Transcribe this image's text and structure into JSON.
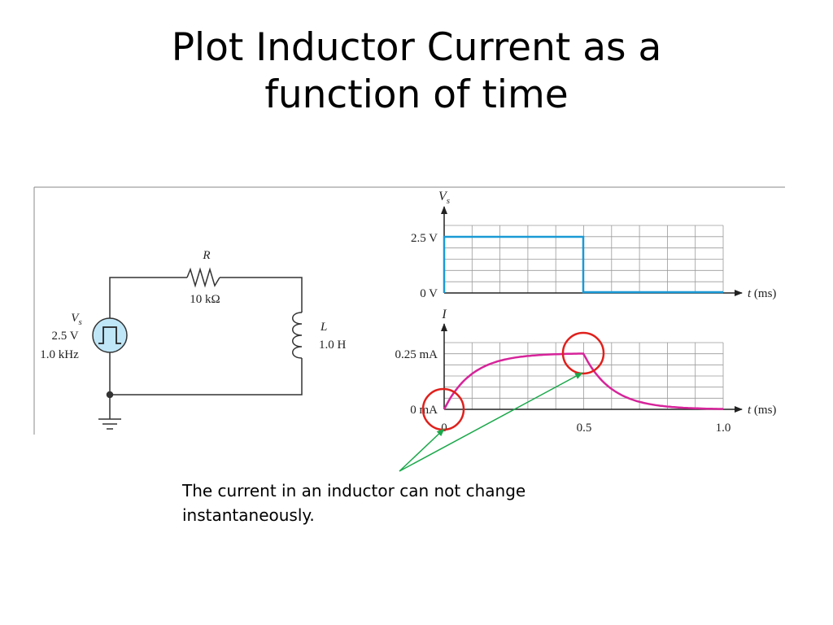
{
  "title": {
    "line1": "Plot Inductor Current as a",
    "line2": "function of time"
  },
  "circuit": {
    "resistor_symbol": "R",
    "resistor_value": "10 kΩ",
    "inductor_symbol": "L",
    "inductor_value": "1.0 H",
    "source_symbol_main": "V",
    "source_symbol_sub": "s",
    "source_amplitude": "2.5 V",
    "source_frequency": "1.0 kHz"
  },
  "voltage_plot": {
    "axis_label_main": "V",
    "axis_label_sub": "s",
    "tick_high": "2.5 V",
    "tick_low": "0 V",
    "time_label_var": "t",
    "time_label_unit": " (ms)",
    "waveform_color": "#1a9ad6"
  },
  "current_plot": {
    "axis_label": "I",
    "tick_high": "0.25 mA",
    "tick_low": "0 mA",
    "time_label_var": "t",
    "time_label_unit": " (ms)",
    "x_ticks": [
      "0",
      "0.5",
      "1.0"
    ],
    "waveform_color": "#d6249a"
  },
  "annotations": {
    "circle_color": "#e0201c",
    "arrow_color": "#1aa84a"
  },
  "caption": "The current in an inductor can not change instantaneously."
}
